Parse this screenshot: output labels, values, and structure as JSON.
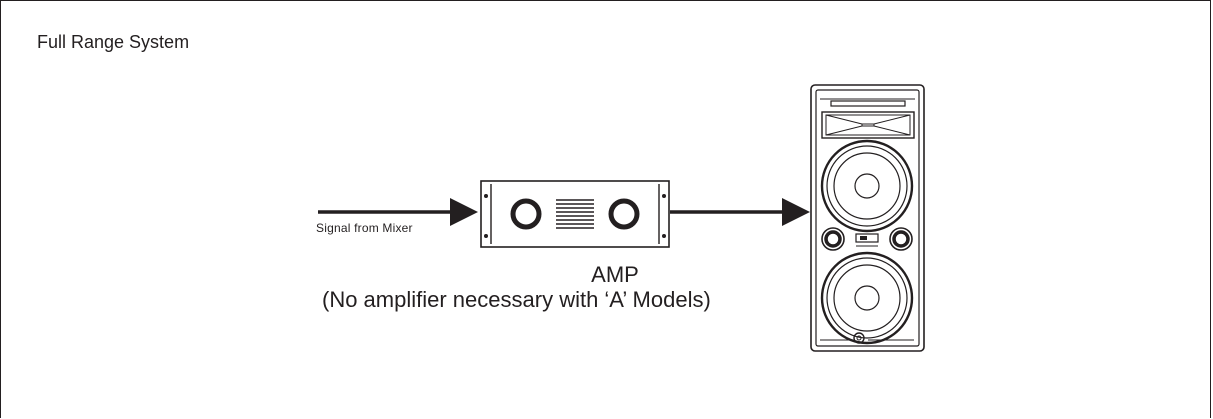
{
  "diagram": {
    "title": "Full Range System",
    "signal_label": "Signal from Mixer",
    "amp_label": "AMP",
    "amp_note": "(No amplifier necessary with ‘A’ Models)"
  },
  "colors": {
    "line": "#231f20",
    "background": "#ffffff"
  },
  "icons": [
    "amplifier-icon",
    "speaker-cabinet-icon",
    "arrow-icon"
  ]
}
